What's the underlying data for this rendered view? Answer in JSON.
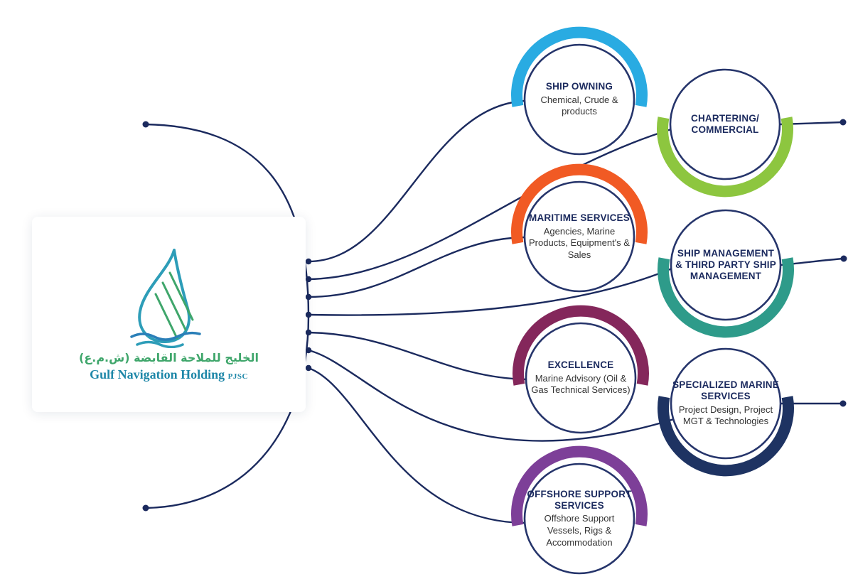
{
  "diagram": {
    "org": {
      "arabic_name": "الخليج للملاحة القابضة (ش.م.ع)",
      "english_name": "Gulf Navigation Holding",
      "entity_suffix": "PJSC"
    },
    "nodes": [
      {
        "id": "ship-owning",
        "title": "SHIP OWNING",
        "subtitle": "Chemical, Crude & products",
        "arc_color": "#29ABE2"
      },
      {
        "id": "chartering-commercial",
        "title": "CHARTERING/ COMMERCIAL",
        "subtitle": "",
        "arc_color": "#8DC63F"
      },
      {
        "id": "maritime-services",
        "title": "MARITIME SERVICES",
        "subtitle": "Agencies, Marine Products, Equipment's & Sales",
        "arc_color": "#F15A24"
      },
      {
        "id": "ship-management",
        "title": "SHIP MANAGEMENT & THIRD PARTY SHIP MANAGEMENT",
        "subtitle": "",
        "arc_color": "#2E9B8A"
      },
      {
        "id": "excellence",
        "title": "EXCELLENCE",
        "subtitle": "Marine Advisory (Oil & Gas Technical Services)",
        "arc_color": "#84275B"
      },
      {
        "id": "specialized-marine-services",
        "title": "SPECIALIZED MARINE SERVICES",
        "subtitle": "Project Design, Project MGT & Technologies",
        "arc_color": "#1E3362"
      },
      {
        "id": "offshore-support-services",
        "title": "OFFSHORE SUPPORT SERVICES",
        "subtitle": "Offshore Support Vessels, Rigs & Accommodation",
        "arc_color": "#7D3F98"
      }
    ],
    "colors": {
      "connector": "#1B2A5E",
      "circle_border": "#26356B",
      "title_text": "#1B2A5E",
      "subtitle_text": "#333333",
      "logo_teal": "#2D9DB8",
      "logo_green": "#3FA66B",
      "logo_blue": "#2A7FB8"
    }
  }
}
